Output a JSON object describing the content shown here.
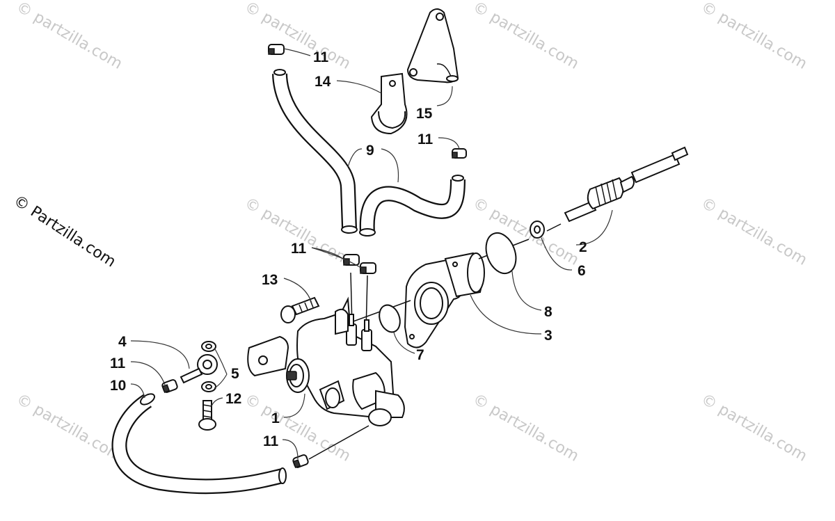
{
  "watermarks": {
    "side_text": "© Partzilla.com",
    "tile_text": "© partzilla.com"
  },
  "callouts": [
    {
      "id": "1",
      "label": "1"
    },
    {
      "id": "2",
      "label": "2"
    },
    {
      "id": "3",
      "label": "3"
    },
    {
      "id": "4",
      "label": "4"
    },
    {
      "id": "5",
      "label": "5"
    },
    {
      "id": "6",
      "label": "6"
    },
    {
      "id": "7",
      "label": "7"
    },
    {
      "id": "8",
      "label": "8"
    },
    {
      "id": "9",
      "label": "9"
    },
    {
      "id": "10",
      "label": "10"
    },
    {
      "id": "11a",
      "label": "11"
    },
    {
      "id": "11b",
      "label": "11"
    },
    {
      "id": "11c",
      "label": "11"
    },
    {
      "id": "11d",
      "label": "11"
    },
    {
      "id": "11e",
      "label": "11"
    },
    {
      "id": "12",
      "label": "12"
    },
    {
      "id": "13",
      "label": "13"
    },
    {
      "id": "14",
      "label": "14"
    },
    {
      "id": "15",
      "label": "15"
    }
  ]
}
